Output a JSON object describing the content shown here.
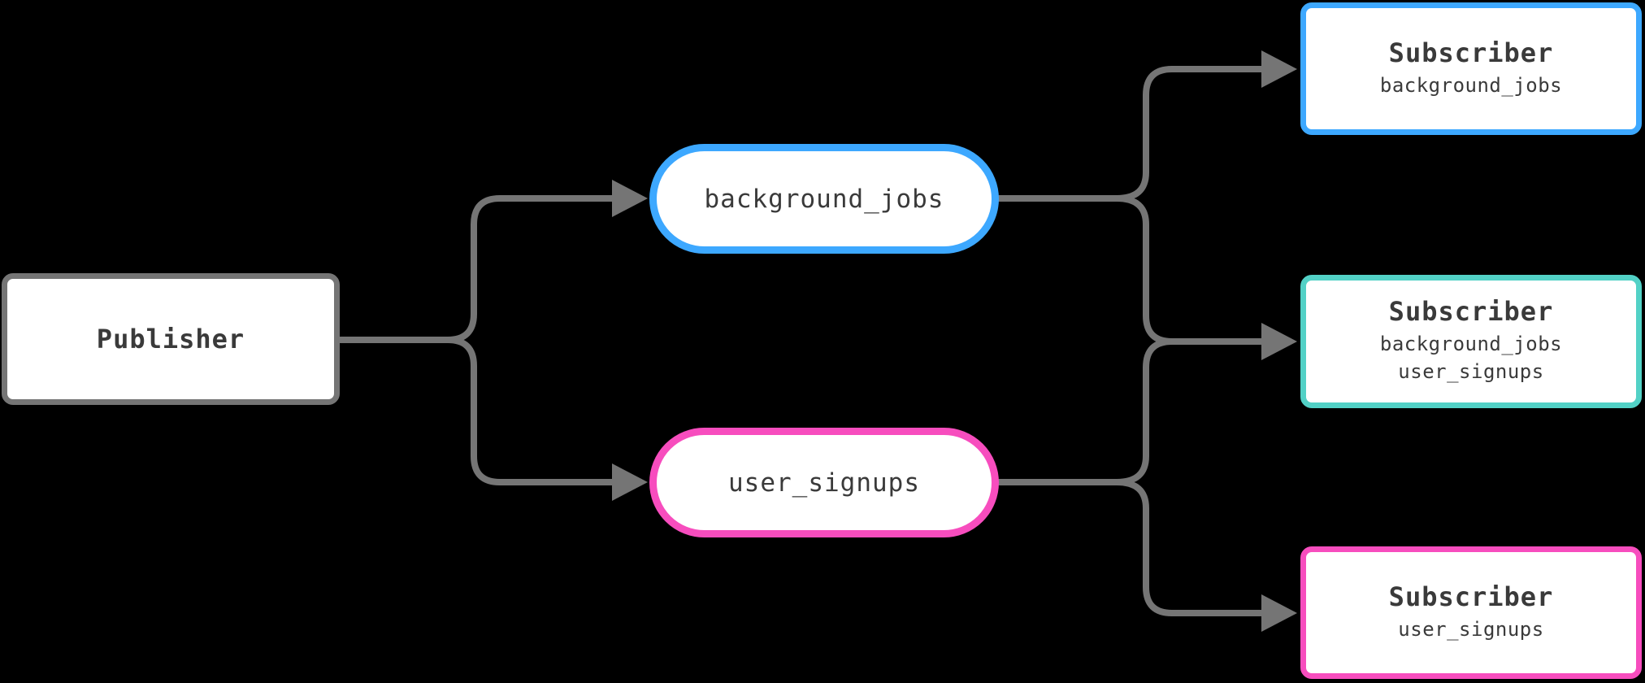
{
  "diagram": {
    "kind": "publish-subscribe topology",
    "background_color": "#000000",
    "wire_color": "#757575",
    "text_color": "#3a3a3a",
    "publisher": {
      "label": "Publisher",
      "border_color": "#757575",
      "fill_color": "#ffffff"
    },
    "topics": [
      {
        "label": "background_jobs",
        "border_color": "#3da8ff"
      },
      {
        "label": "user_signups",
        "border_color": "#f74dbe"
      }
    ],
    "subscribers": [
      {
        "title": "Subscriber",
        "topics": [
          "background_jobs"
        ],
        "border_color": "#3da8ff"
      },
      {
        "title": "Subscriber",
        "topics": [
          "background_jobs",
          "user_signups"
        ],
        "border_color": "#52d1c6"
      },
      {
        "title": "Subscriber",
        "topics": [
          "user_signups"
        ],
        "border_color": "#f74dbe"
      }
    ],
    "edges": [
      {
        "from": "Publisher",
        "to": "background_jobs"
      },
      {
        "from": "Publisher",
        "to": "user_signups"
      },
      {
        "from": "background_jobs",
        "to": "subscriber-1"
      },
      {
        "from": "background_jobs",
        "to": "subscriber-2"
      },
      {
        "from": "user_signups",
        "to": "subscriber-2"
      },
      {
        "from": "user_signups",
        "to": "subscriber-3"
      }
    ]
  }
}
